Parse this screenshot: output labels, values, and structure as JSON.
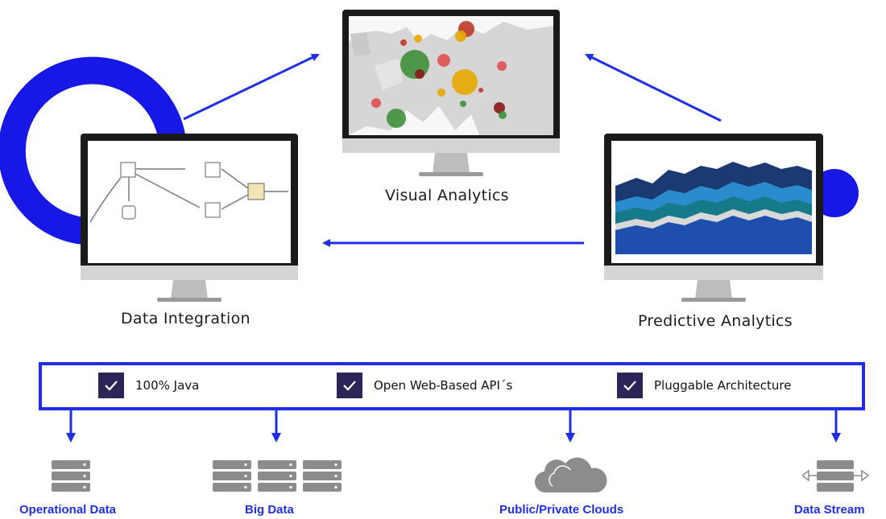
{
  "nodes": {
    "visual": {
      "label": "Visual Analytics"
    },
    "integration": {
      "label": "Data Integration"
    },
    "predictive": {
      "label": "Predictive Analytics"
    }
  },
  "features": [
    {
      "label": "100% Java"
    },
    {
      "label": "Open Web-Based API´s"
    },
    {
      "label": "Pluggable Architecture"
    }
  ],
  "sources": [
    {
      "label": "Operational Data",
      "icon": "server-stack-icon"
    },
    {
      "label": "Big Data",
      "icon": "server-cluster-icon"
    },
    {
      "label": "Public/Private Clouds",
      "icon": "cloud-icon"
    },
    {
      "label": "Data Stream",
      "icon": "data-stream-icon"
    }
  ],
  "colors": {
    "accent": "#1f2fe6",
    "monitor_bezel": "#1a1a1a",
    "monitor_chin": "#d4d4d4",
    "checkbox": "#2b2657",
    "icon_gray": "#8c8c8c"
  }
}
